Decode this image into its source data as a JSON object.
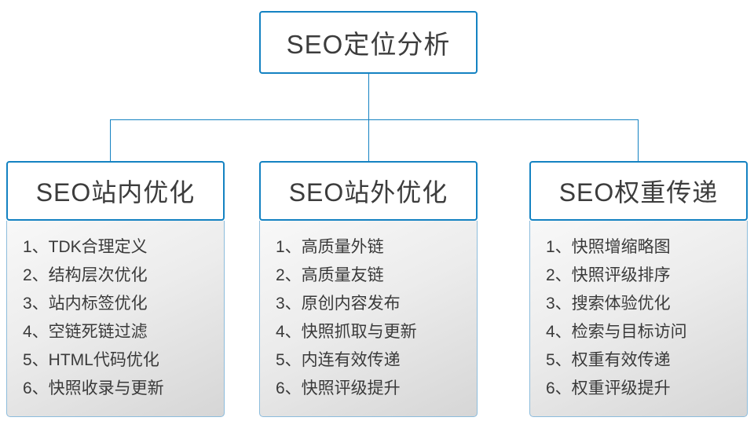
{
  "root": {
    "title": "SEO定位分析"
  },
  "columns": [
    {
      "title": "SEO站内优化",
      "items": [
        "1、TDK合理定义",
        "2、结构层次优化",
        "3、站内标签优化",
        "4、空链死链过滤",
        "5、HTML代码优化",
        "6、快照收录与更新"
      ]
    },
    {
      "title": "SEO站外优化",
      "items": [
        "1、高质量外链",
        "2、高质量友链",
        "3、原创内容发布",
        "4、快照抓取与更新",
        "5、内连有效传递",
        "6、快照评级提升"
      ]
    },
    {
      "title": "SEO权重传递",
      "items": [
        "1、快照增缩略图",
        "2、快照评级排序",
        "3、搜索体验优化",
        "4、检索与目标访问",
        "5、权重有效传递",
        "6、权重评级提升"
      ]
    }
  ],
  "colors": {
    "accent_blue": "#1482c2",
    "panel_gray_top": "#f8f8f8",
    "panel_gray_bottom": "#d6d6d6"
  }
}
